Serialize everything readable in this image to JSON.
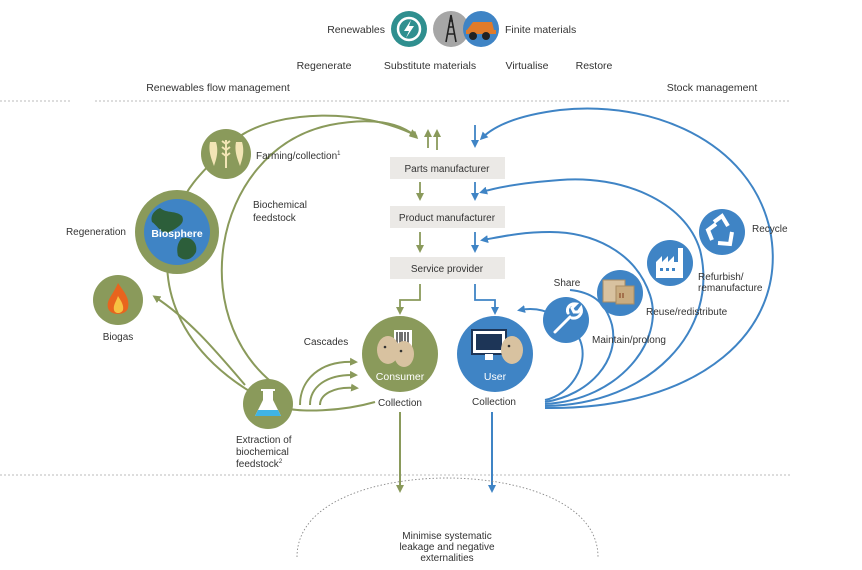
{
  "header": {
    "renewables": "Renewables",
    "finite_materials": "Finite materials",
    "strategies": [
      "Regenerate",
      "Substitute materials",
      "Virtualise",
      "Restore"
    ],
    "left_section": "Renewables flow management",
    "right_section": "Stock management"
  },
  "value_chain": {
    "parts_manufacturer": "Parts manufacturer",
    "product_manufacturer": "Product manufacturer",
    "service_provider": "Service provider"
  },
  "biological": {
    "farming": "Farming/collection",
    "farming_sup": "1",
    "biochemical_feedstock_line1": "Biochemical",
    "biochemical_feedstock_line2": "feedstock",
    "regeneration": "Regeneration",
    "biosphere": "Biosphere",
    "biogas": "Biogas",
    "cascades": "Cascades",
    "consumer": "Consumer",
    "collection": "Collection",
    "extraction_line1": "Extraction of",
    "extraction_line2": "biochemical",
    "extraction_line3": "feedstock",
    "extraction_sup": "2"
  },
  "technical": {
    "recycle": "Recycle",
    "refurbish_line1": "Refurbish/",
    "refurbish_line2": "remanufacture",
    "reuse": "Reuse/redistribute",
    "share": "Share",
    "maintain": "Maintain/prolong",
    "user": "User",
    "collection": "Collection"
  },
  "bottom": {
    "line1": "Minimise systematic",
    "line2": "leakage and negative",
    "line3": "externalities"
  },
  "colors": {
    "green": "#8a9a5b",
    "green_dark": "#6f7f46",
    "blue": "#3f84c5",
    "teal": "#2f8f8f",
    "box": "#ebe9e6",
    "gray": "#a6a6a6"
  }
}
